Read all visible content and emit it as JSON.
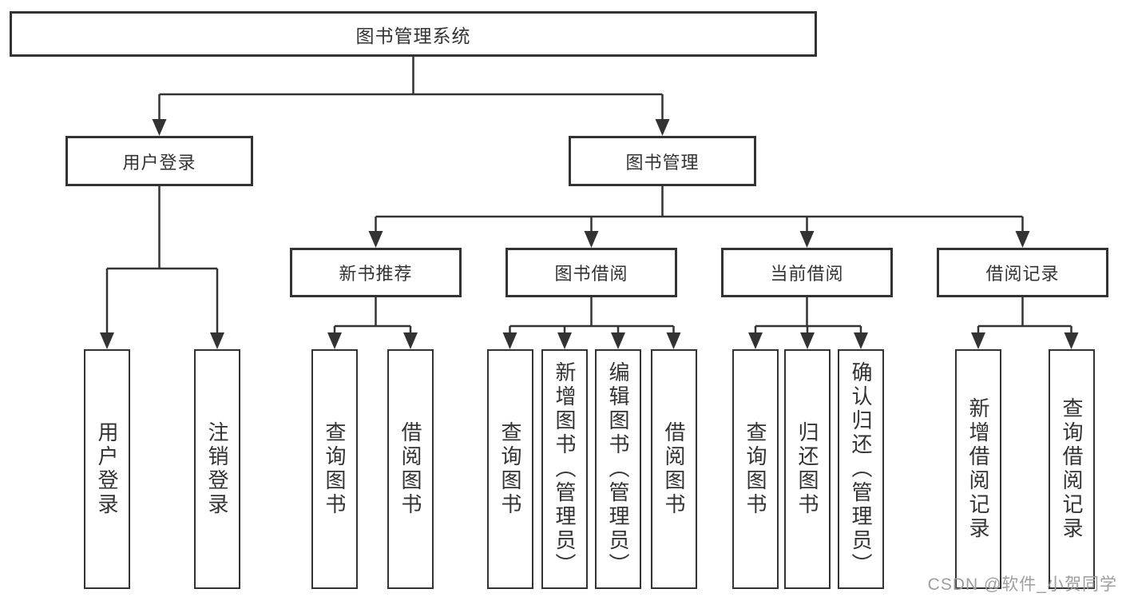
{
  "tree": {
    "label": "图书管理系统",
    "children": [
      {
        "label": "用户登录",
        "children": [
          {
            "label": "用户登录"
          },
          {
            "label": "注销登录"
          }
        ]
      },
      {
        "label": "图书管理",
        "children": [
          {
            "label": "新书推荐",
            "children": [
              {
                "label": "查询图书"
              },
              {
                "label": "借阅图书"
              }
            ]
          },
          {
            "label": "图书借阅",
            "children": [
              {
                "label": "查询图书"
              },
              {
                "label": "新增图书（管理员）"
              },
              {
                "label": "编辑图书（管理员）"
              },
              {
                "label": "借阅图书"
              }
            ]
          },
          {
            "label": "当前借阅",
            "children": [
              {
                "label": "查询图书"
              },
              {
                "label": "归还图书"
              },
              {
                "label": "确认归还（管理员）"
              }
            ]
          },
          {
            "label": "借阅记录",
            "children": [
              {
                "label": "新增借阅记录"
              },
              {
                "label": "查询借阅记录"
              }
            ]
          }
        ]
      }
    ]
  },
  "colors": {
    "line": "#333333",
    "text": "#333333",
    "watermark": "#9e9e9e",
    "background": "#ffffff"
  },
  "watermark": {
    "text": "CSDN @软件_小贺同学"
  }
}
